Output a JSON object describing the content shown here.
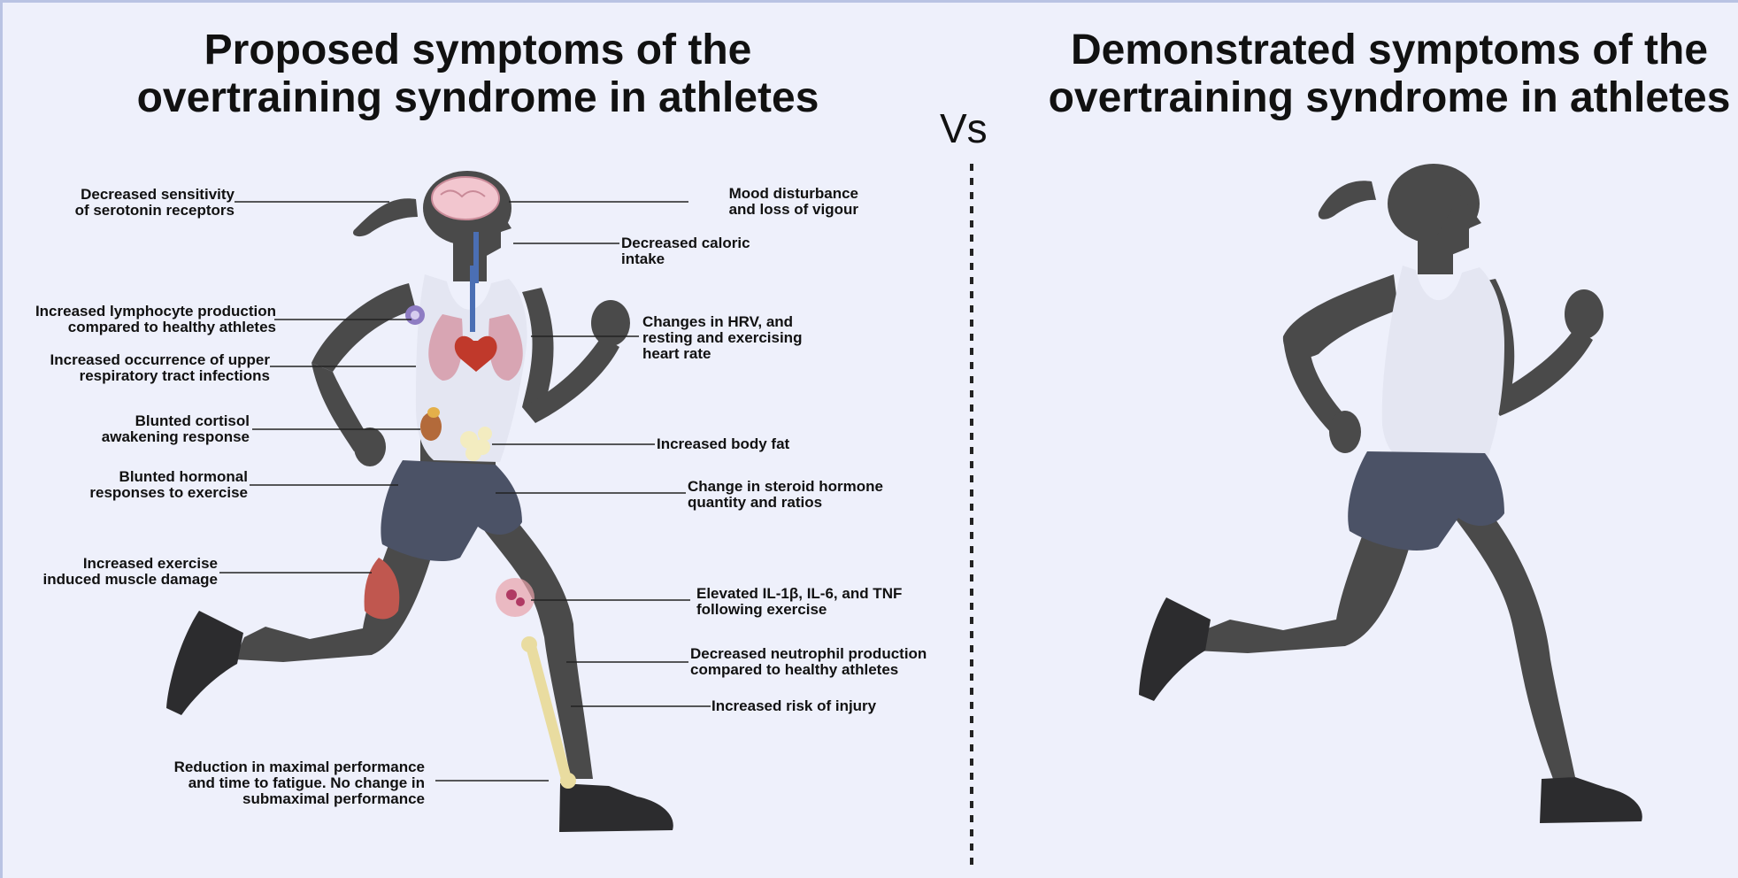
{
  "titles": {
    "proposed": "Proposed symptoms of the\novertraining syndrome in athletes",
    "demonstrated": "Demonstrated symptoms of the\novertraining syndrome in athletes",
    "vs": "Vs"
  },
  "colors": {
    "background": "#eef0fb",
    "silhouette": "#4a4a4a",
    "tank_top": "#e4e6f2",
    "shorts": "#4b5266",
    "shoe": "#2c2c2e"
  },
  "labels": {
    "serotonin": "Decreased sensitivity\nof serotonin receptors",
    "lymphocyte": "Increased lymphocyte production\ncompared to healthy athletes",
    "urti": "Increased occurrence of upper\nrespiratory tract infections",
    "cortisol": "Blunted cortisol\nawakening response",
    "hormonal": "Blunted hormonal\nresponses to exercise",
    "muscle": "Increased exercise\ninduced muscle damage",
    "performance": "Reduction in maximal performance\nand time to fatigue. No change in\nsubmaximal performance",
    "mood": "Mood disturbance\nand loss of vigour",
    "caloric": "Decreased caloric\nintake",
    "hrv": "Changes in HRV, and\nresting and exercising\nheart rate",
    "bodyfat": "Increased body fat",
    "steroid": "Change in steroid hormone\nquantity and ratios",
    "cytokines": "Elevated IL-1β, IL-6, and TNF\nfollowing exercise",
    "neutrophil": "Decreased neutrophil production\ncompared to healthy athletes",
    "injury": "Increased risk of injury"
  },
  "icons": [
    "brain-icon",
    "airway-icon",
    "lungs-icon",
    "heart-icon",
    "lymphocyte-icon",
    "adrenal-icon",
    "fat-cells-icon",
    "muscle-icon",
    "inflammation-icon",
    "bone-icon"
  ]
}
